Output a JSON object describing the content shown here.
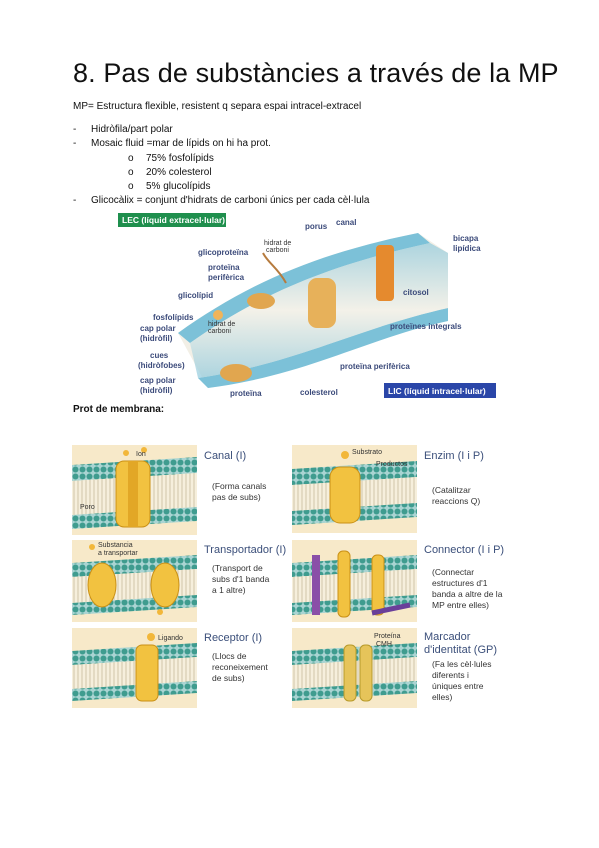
{
  "title": "8. Pas de substàncies a través de la MP",
  "definition": "MP= Estructura flexible, resistent q separa espai intracel-extracel",
  "list": [
    {
      "marker": "-",
      "text": "Hidròfila/part polar"
    },
    {
      "marker": "-",
      "text": "Mosaic fluid =mar de lípids on hi ha prot."
    },
    {
      "marker": "o",
      "text": "75% fosfolípids"
    },
    {
      "marker": "o",
      "text": "20% colesterol"
    },
    {
      "marker": "o",
      "text": "5% glucolípids"
    },
    {
      "marker": "-",
      "text": "Glicocàlix = conjunt d'hidrats de carboni únics per cada cèl·lula"
    }
  ],
  "membrane_figure": {
    "lec": "LEC (líquid extracel·lular)",
    "lic": "LIC (líquid intracel·lular)",
    "labels": {
      "glicoproteina": "glicoproteïna",
      "hidrat_1": "hidrat de",
      "hidrat_2": "carboni",
      "porus": "porus",
      "canal": "canal",
      "bicapa_1": "bicapa",
      "bicapa_2": "lipídica",
      "perif_1": "proteïna",
      "perif_2": "perifèrica",
      "glicolipid": "glicolípid",
      "citosol": "citosol",
      "fosfolipids": "fosfolípids",
      "cap_polar_1": "cap polar",
      "hidrofil": "(hidròfil)",
      "hidrat_small_1": "hidrat de",
      "hidrat_small_2": "carboni",
      "integrals": "proteïnes integrals",
      "cues": "cues",
      "hidrofobes": "(hidròfobes)",
      "perif_bottom": "proteïna perifèrica",
      "cap_polar_2": "cap polar",
      "hidrofil_2": "(hidròfil)",
      "colesterol": "colesterol",
      "proteina": "proteïna"
    }
  },
  "prot_title": "Prot de membrana:",
  "proteins": [
    {
      "name": "Canal (I)",
      "desc": [
        "(Forma canals",
        "pas de subs)"
      ],
      "img_labels": [
        "Ion",
        "Poro"
      ]
    },
    {
      "name": "Enzim (I i P)",
      "desc": [
        "(Catalitzar",
        "reaccions Q)"
      ],
      "img_labels": [
        "Substrato",
        "Productos"
      ]
    },
    {
      "name": "Transportador (I)",
      "desc": [
        "(Transport de",
        "subs d'1 banda",
        "a 1 altre)"
      ],
      "img_labels": [
        "Substancia",
        "a transportar"
      ]
    },
    {
      "name": "Connector (I i P)",
      "desc": [
        "(Connectar",
        "estructures d'1",
        "banda a altre de la",
        "MP entre elles)"
      ],
      "img_labels": []
    },
    {
      "name": "Receptor (I)",
      "desc": [
        "(Llocs de",
        "reconeixement",
        "de subs)"
      ],
      "img_labels": [
        "Ligando"
      ]
    },
    {
      "name": "Marcador",
      "name2": "d'identitat (GP)",
      "desc": [
        "(Fa les cèl·lules",
        "diferents i",
        "úniques entre",
        "elles)"
      ],
      "img_labels": [
        "Proteína",
        "CMH"
      ]
    }
  ]
}
